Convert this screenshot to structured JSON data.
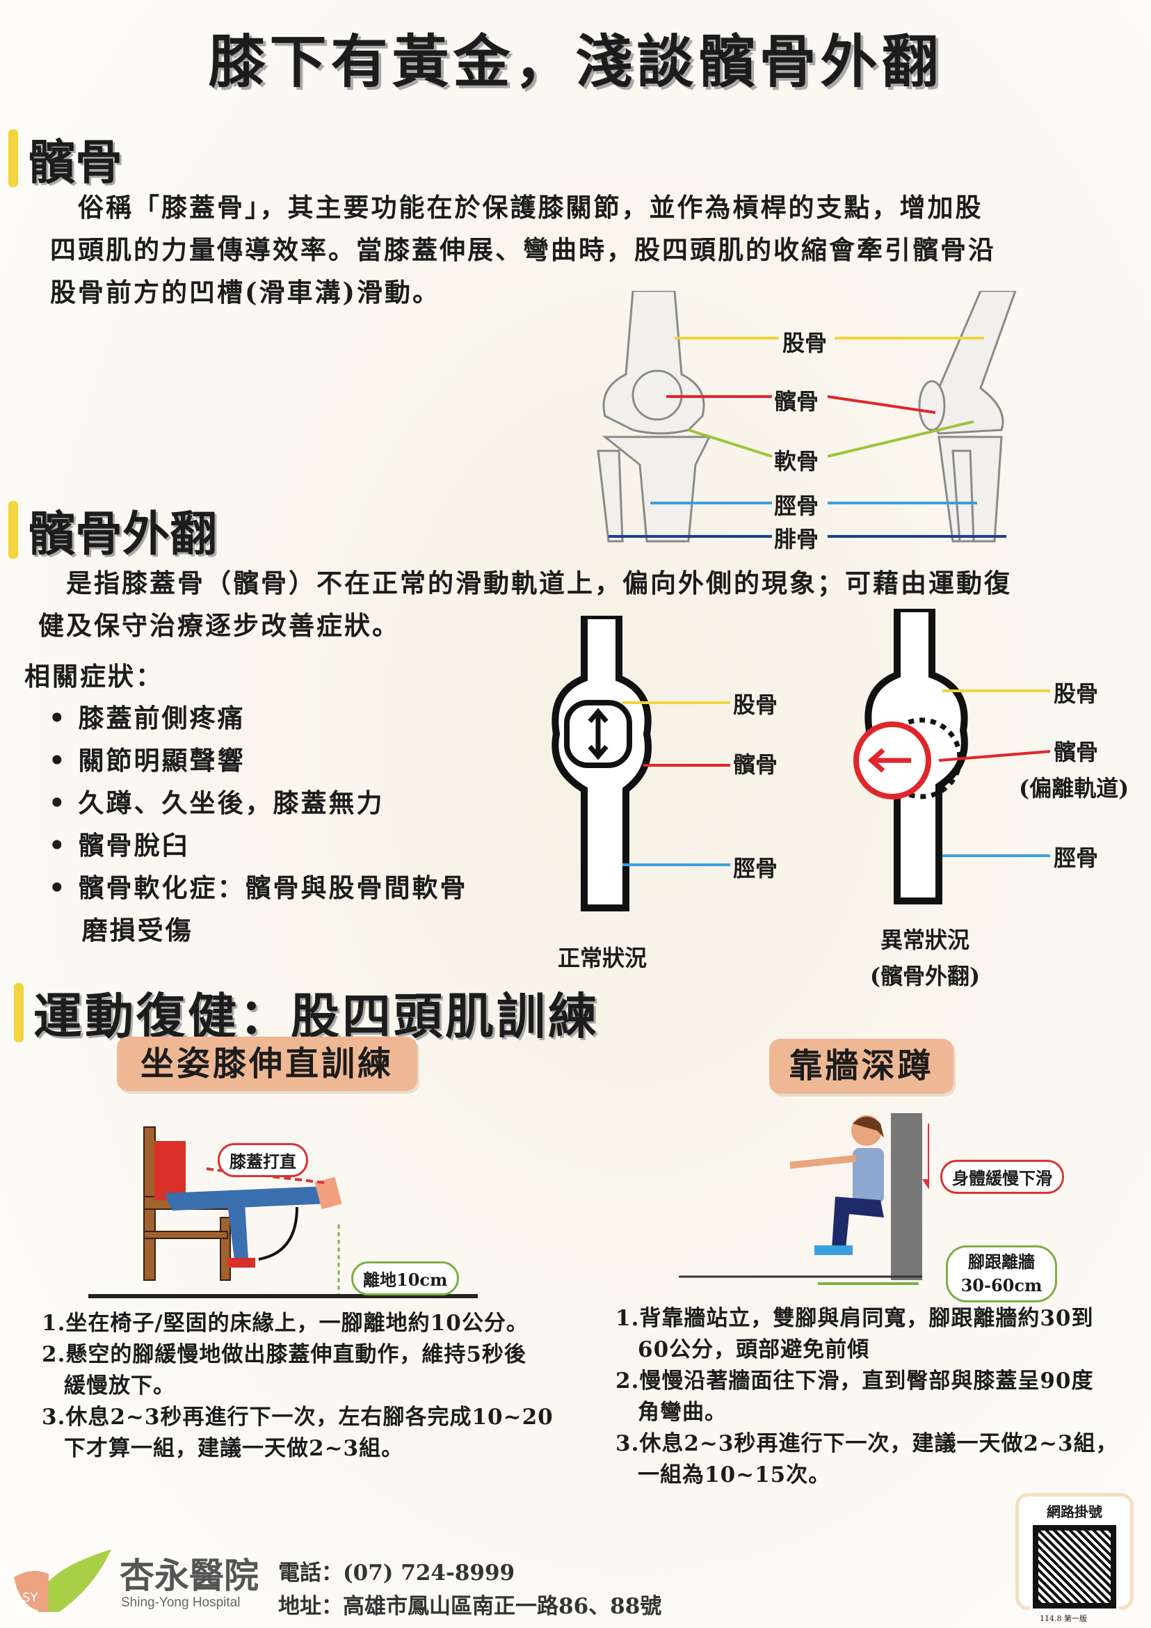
{
  "title": "膝下有黃金，淺談髕骨外翻",
  "section1": {
    "heading": "髕骨",
    "lines": [
      "　俗稱「膝蓋骨」，其主要功能在於保護膝關節，並作為槓桿的支點，增加股",
      "四頭肌的力量傳導效率。當膝蓋伸展、彎曲時，股四頭肌的收縮會牽引髕骨沿",
      "股骨前方的凹槽(滑車溝)滑動。"
    ],
    "anatomy_labels": [
      "股骨",
      "髕骨",
      "軟骨",
      "脛骨",
      "腓骨"
    ]
  },
  "section2": {
    "heading": "髕骨外翻",
    "lines": [
      "　是指膝蓋骨（髕骨）不在正常的滑動軌道上，偏向外側的現象；可藉由運動復",
      "健及保守治療逐步改善症狀。"
    ],
    "symptoms_title": "相關症狀：",
    "symptoms": [
      "膝蓋前側疼痛",
      "關節明顯聲響",
      "久蹲、久坐後，膝蓋無力",
      "髕骨脫臼",
      "髕骨軟化症：髕骨與股骨間軟骨",
      "磨損受傷"
    ],
    "normal": {
      "labels": [
        "股骨",
        "髕骨",
        "脛骨"
      ],
      "caption": "正常狀況"
    },
    "abnormal": {
      "labels": [
        "股骨",
        "髕骨",
        "(偏離軌道)",
        "脛骨"
      ],
      "caption": [
        "異常狀況",
        "(髕骨外翻)"
      ]
    }
  },
  "section3": {
    "heading": "運動復健：股四頭肌訓練",
    "left": {
      "title": "坐姿膝伸直訓練",
      "tag1": "膝蓋打直",
      "tag2": "離地10cm",
      "steps": [
        "1.坐在椅子/堅固的床緣上，一腳離地約10公分。",
        "2.懸空的腳緩慢地做出膝蓋伸直動作，維持5秒後",
        "　緩慢放下。",
        "3.休息2~3秒再進行下一次，左右腳各完成10~20",
        "　下才算一組，建議一天做2~3組。"
      ]
    },
    "right": {
      "title": "靠牆深蹲",
      "tag1": "身體緩慢下滑",
      "tag2a": "腳跟離牆",
      "tag2b": "30-60cm",
      "steps": [
        "1.背靠牆站立，雙腳與肩同寬，腳跟離牆約30到",
        "　60公分，頭部避免前傾",
        "2.慢慢沿著牆面往下滑，直到臀部與膝蓋呈90度",
        "　角彎曲。",
        "3.休息2~3秒再進行下一次，建議一天做2~3組，",
        "　一組為10~15次。"
      ]
    }
  },
  "footer": {
    "logo_text": "SY",
    "hospital": "杏永醫院",
    "hospital_en": "Shing-Yong Hospital",
    "phone": "電話：(07) 724-8999",
    "address": "地址：高雄市鳳山區南正一路86、88號",
    "qr_title": "網路掛號",
    "version": "114.8 第一版"
  },
  "colors": {
    "yellow": "#f2d43c",
    "red": "#e0262b",
    "green": "#9cc53a",
    "blue": "#3aa0dd",
    "navy": "#1d3f8f",
    "pill": "#efb894"
  }
}
